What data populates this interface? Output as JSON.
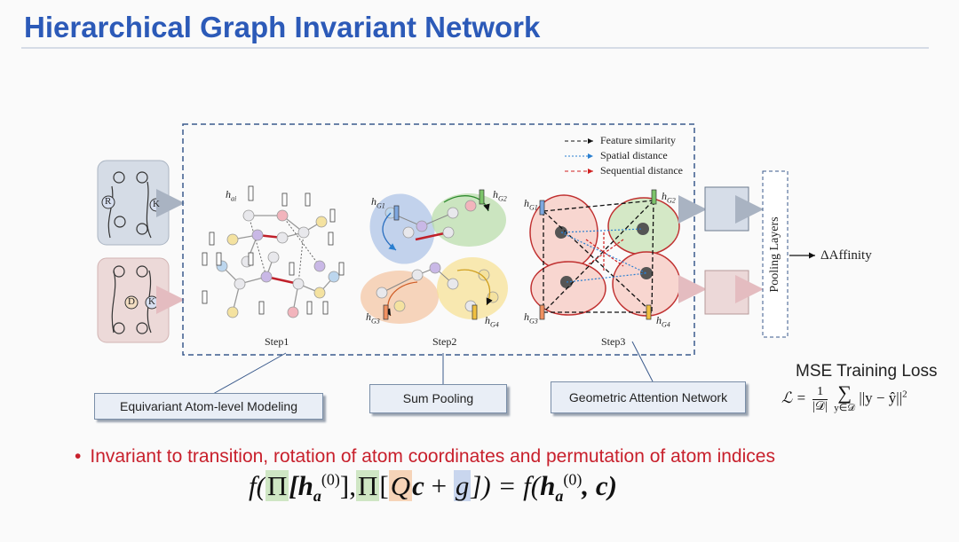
{
  "header": {
    "title": "Hierarchical Graph Invariant Network"
  },
  "inputs": {
    "residue_r": "R",
    "residue_k": "K",
    "residue_d": "D",
    "residue_k2": "K"
  },
  "legend": {
    "feature": "Feature similarity",
    "spatial": "Spatial distance",
    "sequential": "Sequential distance"
  },
  "steps": {
    "step1": "Step1",
    "step2": "Step2",
    "step3": "Step3"
  },
  "labels": {
    "h_ai": "h",
    "h_ai_sub": "ai",
    "h_g1": "h",
    "h_g1_sub": "G1",
    "h_g2": "h",
    "h_g2_sub": "G2",
    "h_g3": "h",
    "h_g3_sub": "G3",
    "h_g4": "h",
    "h_g4_sub": "G4"
  },
  "pooling": "Pooling Layers",
  "output": "ΔAffinity",
  "callouts": {
    "equivariant": "Equivariant Atom-level Modeling",
    "sum_pooling": "Sum Pooling",
    "geometric": "Geometric Attention Network"
  },
  "loss": {
    "title": "MSE Training Loss",
    "lhs": "ℒ =",
    "frac_num": "1",
    "frac_den": "|𝒟|",
    "sum": "∑",
    "sum_sub": "y∈𝒟",
    "term": "||y − ŷ||",
    "sup": "2"
  },
  "bullet": "Invariant to transition, rotation of atom coordinates and permutation of atom indices",
  "formula": {
    "f_open": "f(",
    "pi1": "Π",
    "h1": "[h",
    "h1_sub": "a",
    "h1_sup": "(0)",
    "close1": "],",
    "pi2": "Π",
    "open2": "[",
    "q": "Q",
    "c": "c",
    "plus": " + ",
    "g": "g",
    "close2": "]) = f(",
    "h2": "h",
    "h2_sub": "a",
    "h2_sup": "(0)",
    "c2": ", c)"
  }
}
